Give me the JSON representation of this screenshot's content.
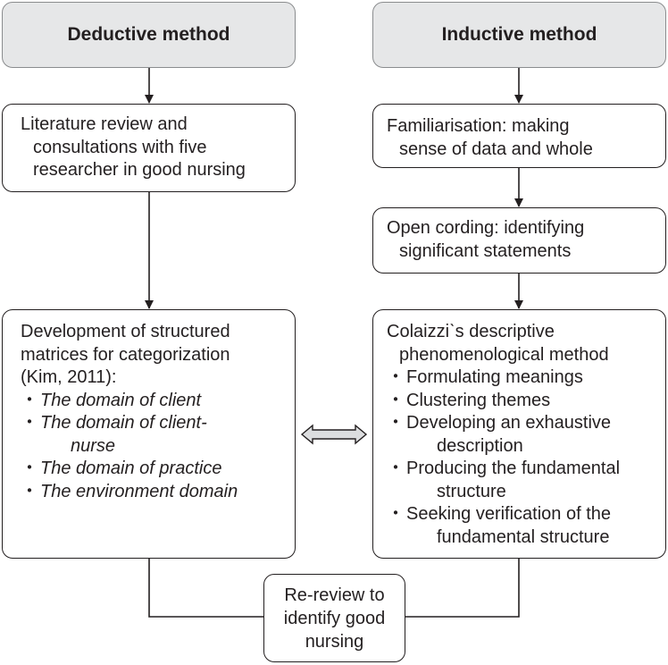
{
  "left": {
    "header": "Deductive method",
    "box1": [
      "Literature review and",
      "consultations with five",
      "researcher in good nursing"
    ],
    "box2": {
      "lines": [
        "Development of structured",
        "matrices for categorization",
        "(Kim, 2011):"
      ],
      "bullet": "・",
      "item1": "The domain of client",
      "item2a": "The domain of client-",
      "item2b": "nurse",
      "item3": "The domain of practice",
      "item4": "The environment domain"
    }
  },
  "right": {
    "header": "Inductive method",
    "box1": [
      "Familiarisation: making",
      "sense of data and whole"
    ],
    "box2": [
      "Open cording: identifying",
      "significant statements"
    ],
    "box3": {
      "line1": "Colaizziˋs descriptive",
      "line2": "phenomenological method",
      "bullet": "・",
      "item1": "Formulating meanings",
      "item2": "Clustering themes",
      "item3a": "Developing an exhaustive",
      "item3b": "description",
      "item4a": "Producing the fundamental",
      "item4b": "structure",
      "item5a": "Seeking verification of the",
      "item5b": "fundamental structure"
    }
  },
  "bottom": [
    "Re-review to",
    "identify good",
    "nursing"
  ]
}
